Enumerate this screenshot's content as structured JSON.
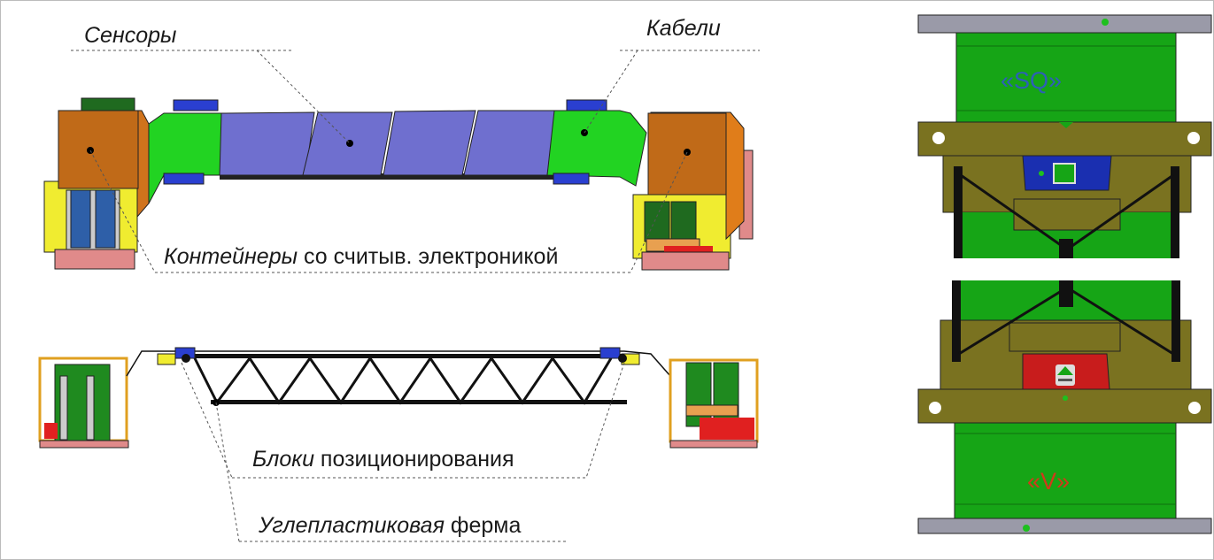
{
  "labels": {
    "sensors": "Сенсоры",
    "cables": "Кабели",
    "containers_italic": "Контейнеры",
    "containers_rest": " со считыв. электроникой",
    "blocks_italic": "Блоки",
    "blocks_rest": " позиционирования",
    "truss_italic": "Углепластиковая",
    "truss_rest": " ферма"
  },
  "right_panel": {
    "top_marker": "«SQ»",
    "bottom_marker": "«V»"
  },
  "colors": {
    "container": "#d0731c",
    "sensor": "#6f6fcf",
    "cable_green": "#22d322",
    "olive": "#7a7220",
    "panel_green": "#16a516",
    "sq_blue": "#2d5fb8",
    "v_red": "#d03a1a"
  }
}
